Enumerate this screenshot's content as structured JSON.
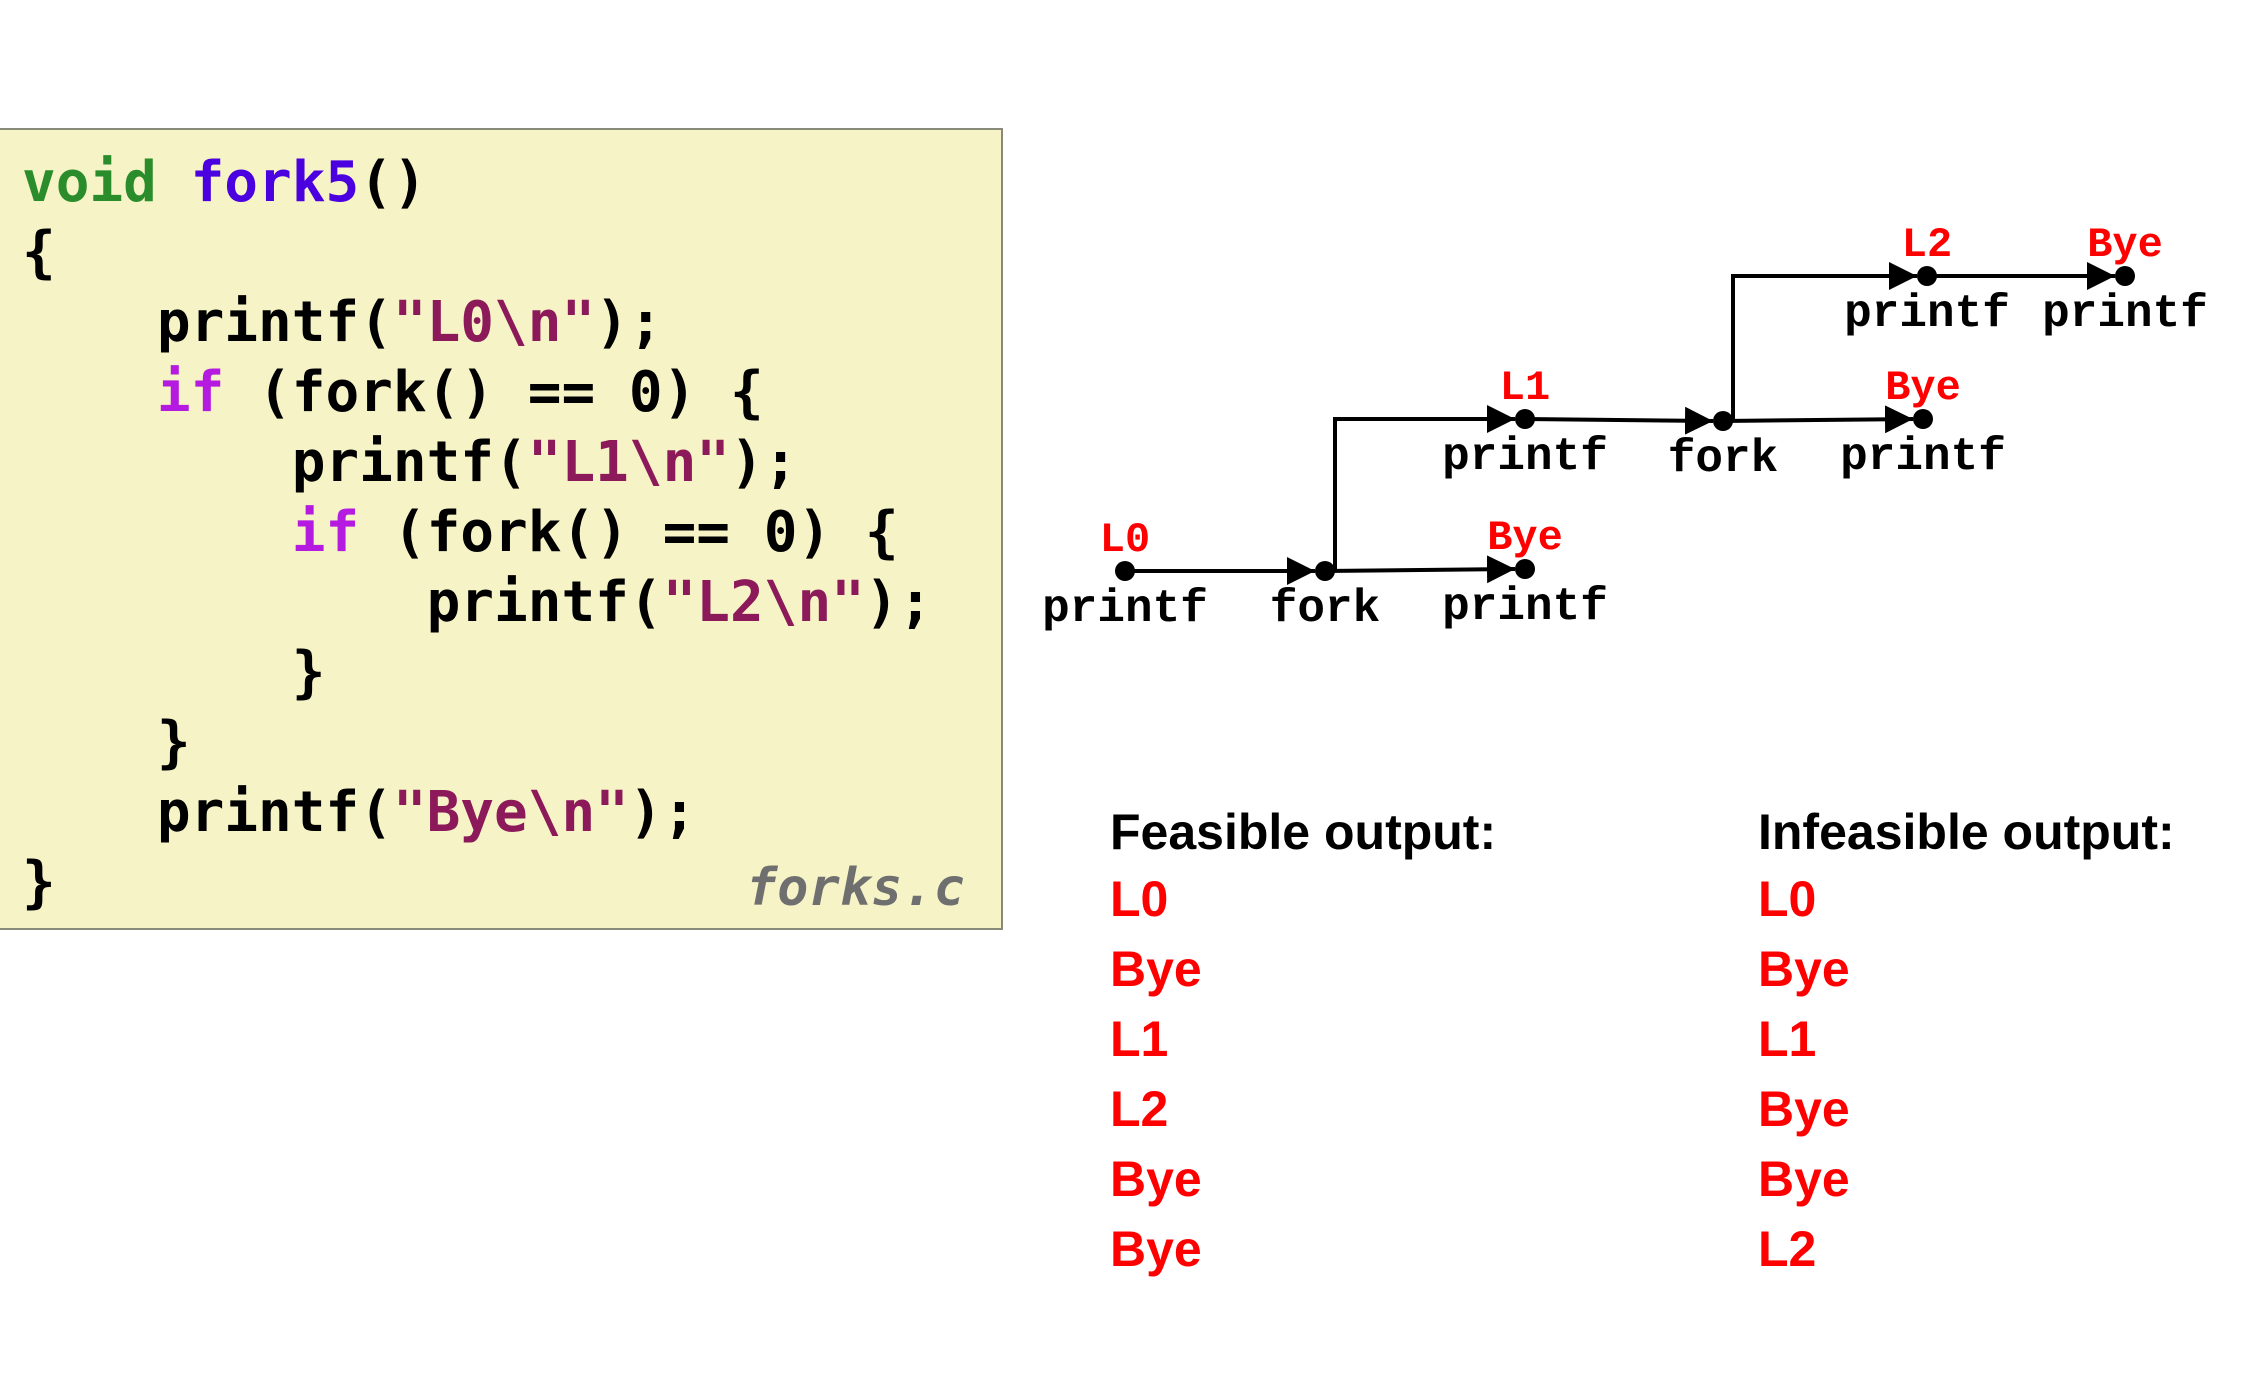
{
  "code": {
    "lines": [
      [
        {
          "t": "void",
          "c": "kw-type"
        },
        {
          "t": " "
        },
        {
          "t": "fork5",
          "c": "kw-fn"
        },
        {
          "t": "()"
        }
      ],
      [
        {
          "t": "{"
        }
      ],
      [
        {
          "t": "    printf("
        },
        {
          "t": "\"L0\\n\"",
          "c": "str"
        },
        {
          "t": ");"
        }
      ],
      [
        {
          "t": "    "
        },
        {
          "t": "if",
          "c": "kw-ctl"
        },
        {
          "t": " (fork() == 0) {"
        }
      ],
      [
        {
          "t": "        printf("
        },
        {
          "t": "\"L1\\n\"",
          "c": "str"
        },
        {
          "t": ");"
        }
      ],
      [
        {
          "t": "        "
        },
        {
          "t": "if",
          "c": "kw-ctl"
        },
        {
          "t": " (fork() == 0) {"
        }
      ],
      [
        {
          "t": "            printf("
        },
        {
          "t": "\"L2\\n\"",
          "c": "str"
        },
        {
          "t": ");"
        }
      ],
      [
        {
          "t": "        }"
        }
      ],
      [
        {
          "t": "    }"
        }
      ],
      [
        {
          "t": "    printf("
        },
        {
          "t": "\"Bye\\n\"",
          "c": "str"
        },
        {
          "t": ");"
        }
      ],
      [
        {
          "t": "}"
        }
      ]
    ],
    "filename": "forks.c"
  },
  "graph": {
    "nodes": [
      {
        "id": "n0",
        "red": "L0",
        "black": "printf"
      },
      {
        "id": "n1",
        "red": "",
        "black": "fork"
      },
      {
        "id": "n2",
        "red": "Bye",
        "black": "printf"
      },
      {
        "id": "n3",
        "red": "L1",
        "black": "printf"
      },
      {
        "id": "n4",
        "red": "",
        "black": "fork"
      },
      {
        "id": "n5",
        "red": "Bye",
        "black": "printf"
      },
      {
        "id": "n6",
        "red": "L2",
        "black": "printf"
      },
      {
        "id": "n7",
        "red": "Bye",
        "black": "printf"
      }
    ],
    "edges": [
      [
        "n0",
        "n1"
      ],
      [
        "n1",
        "n2"
      ],
      [
        "n1",
        "n3"
      ],
      [
        "n3",
        "n4"
      ],
      [
        "n4",
        "n5"
      ],
      [
        "n4",
        "n6"
      ],
      [
        "n6",
        "n7"
      ]
    ]
  },
  "feasible": {
    "title": "Feasible output:",
    "items": [
      "L0",
      "Bye",
      "L1",
      "L2",
      "Bye",
      "Bye"
    ]
  },
  "infeasible": {
    "title": "Infeasible output:",
    "items": [
      "L0",
      "Bye",
      "L1",
      "Bye",
      "Bye",
      "L2"
    ]
  }
}
